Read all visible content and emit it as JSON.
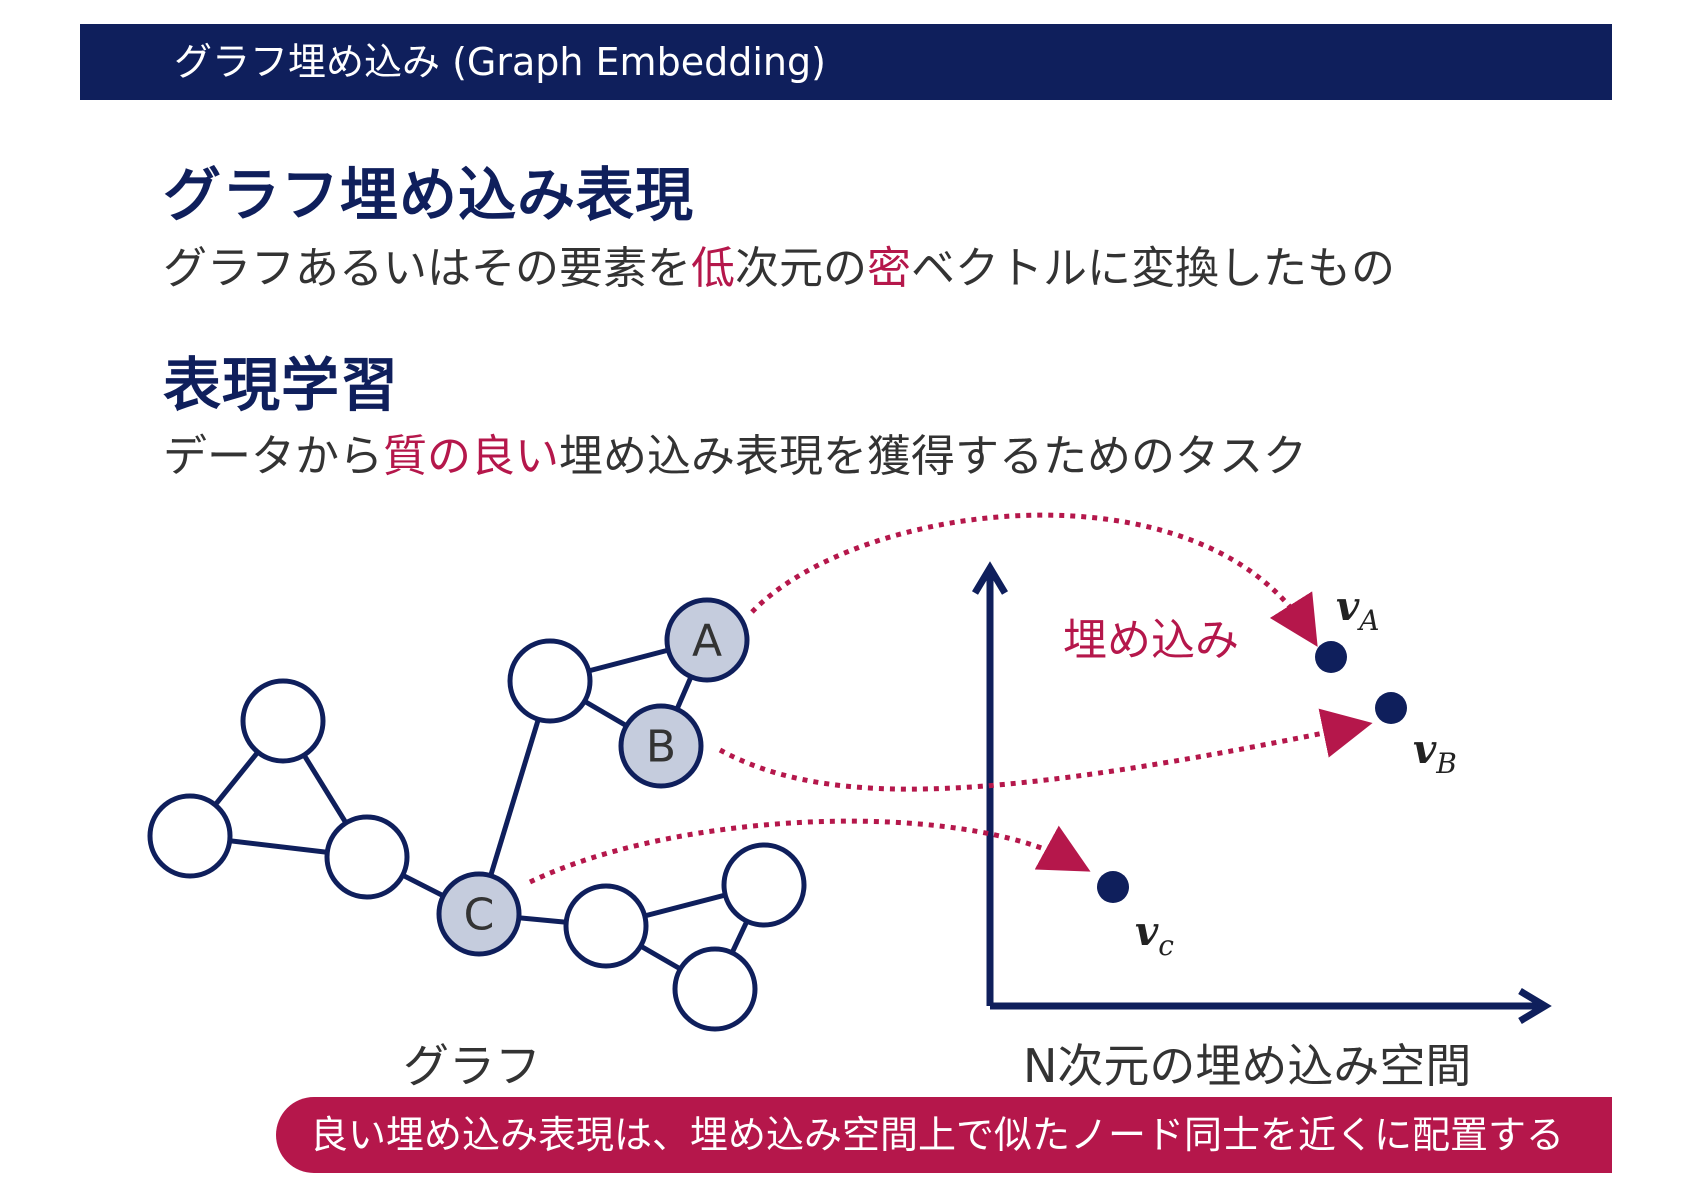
{
  "header": {
    "title": "グラフ埋め込み (Graph Embedding)"
  },
  "section1": {
    "heading": "グラフ埋め込み表現",
    "text_parts": [
      "グラフあるいはその要素を",
      "低",
      "次元の",
      "密",
      "ベクトルに変換したもの"
    ]
  },
  "section2": {
    "heading": "表現学習",
    "text_parts": [
      "データから",
      "質の良い",
      "埋め込み表現を獲得するためのタスク"
    ]
  },
  "diagram": {
    "nodes": [
      "A",
      "B",
      "C"
    ],
    "points": [
      {
        "main": "v",
        "sub": "A"
      },
      {
        "main": "v",
        "sub": "B"
      },
      {
        "main": "v",
        "sub": "c"
      }
    ],
    "embed_label": "埋め込み",
    "graph_caption": "グラフ",
    "space_caption": "N次元の埋め込み空間"
  },
  "footer": {
    "text": "良い埋め込み表現は、埋め込み空間上で似たノード同士を近くに配置する"
  },
  "colors": {
    "navy": "#0f1f5c",
    "accent": "#b5174b",
    "node_highlight": "#c5ccdd"
  }
}
